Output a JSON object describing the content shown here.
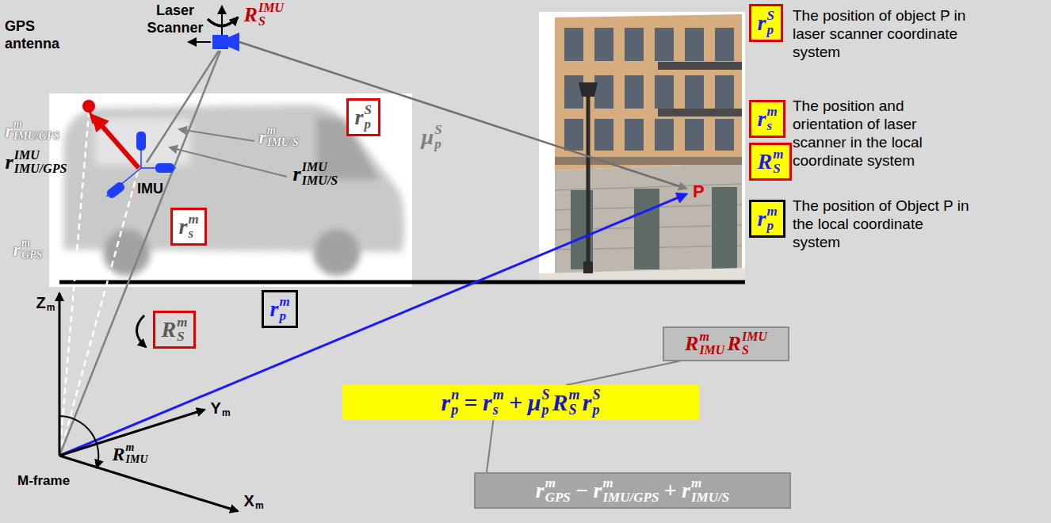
{
  "diagram": {
    "nodes": [
      {
        "text": [
          "r",
          "p",
          "S"
        ]
      },
      {
        "text": [
          "r",
          "p",
          "S"
        ]
      },
      {
        "text": [
          "r",
          "s",
          "m"
        ]
      },
      {
        "text": [
          "R",
          "S",
          "m"
        ]
      },
      {
        "text": [
          "r",
          "p",
          "m"
        ]
      },
      {
        "text": [
          "r",
          "s",
          "m"
        ]
      },
      {
        "text": [
          "r",
          "p",
          "m"
        ]
      },
      {
        "text": [
          "R",
          "S",
          "m"
        ]
      },
      {
        "text": [
          "R",
          "IMU",
          "m",
          "R",
          "S",
          "IMU"
        ]
      },
      {
        "text": [
          "r",
          "p",
          "n",
          "=",
          "r",
          "s",
          "m",
          "+",
          "μ",
          "p",
          "S",
          "R",
          "S",
          "m",
          "r",
          "p",
          "S"
        ]
      },
      {
        "text": [
          "r",
          "GPS",
          "m",
          "−",
          "r",
          "IMU/GPS",
          "m",
          "+",
          "r",
          "IMU/S",
          "m"
        ]
      }
    ],
    "edges": [
      {
        "from": 8,
        "to": 9,
        "arrow": "none"
      },
      {
        "from": 10,
        "to": 9,
        "arrow": "none"
      }
    ],
    "labels": [
      "Laser Scanner",
      "R",
      "S",
      "IMU",
      "GPS antenna",
      "r",
      "IMU/GPS",
      "m",
      "r",
      "IMU/GPS",
      "IMU",
      "r",
      "IMU/S",
      "m",
      "r",
      "IMU/S",
      "IMU",
      "IMU",
      "r",
      "GPS",
      "m",
      "μ",
      "p",
      "S",
      "P",
      "Z",
      "m",
      "Y",
      "m",
      "X",
      "m",
      "R",
      "IMU",
      "m",
      "M-frame",
      "The position of object P in laser scanner coordinate system",
      "The position and orientation of laser scanner in the local coordinate system",
      "The position of Object P in the local coordinate system"
    ]
  }
}
